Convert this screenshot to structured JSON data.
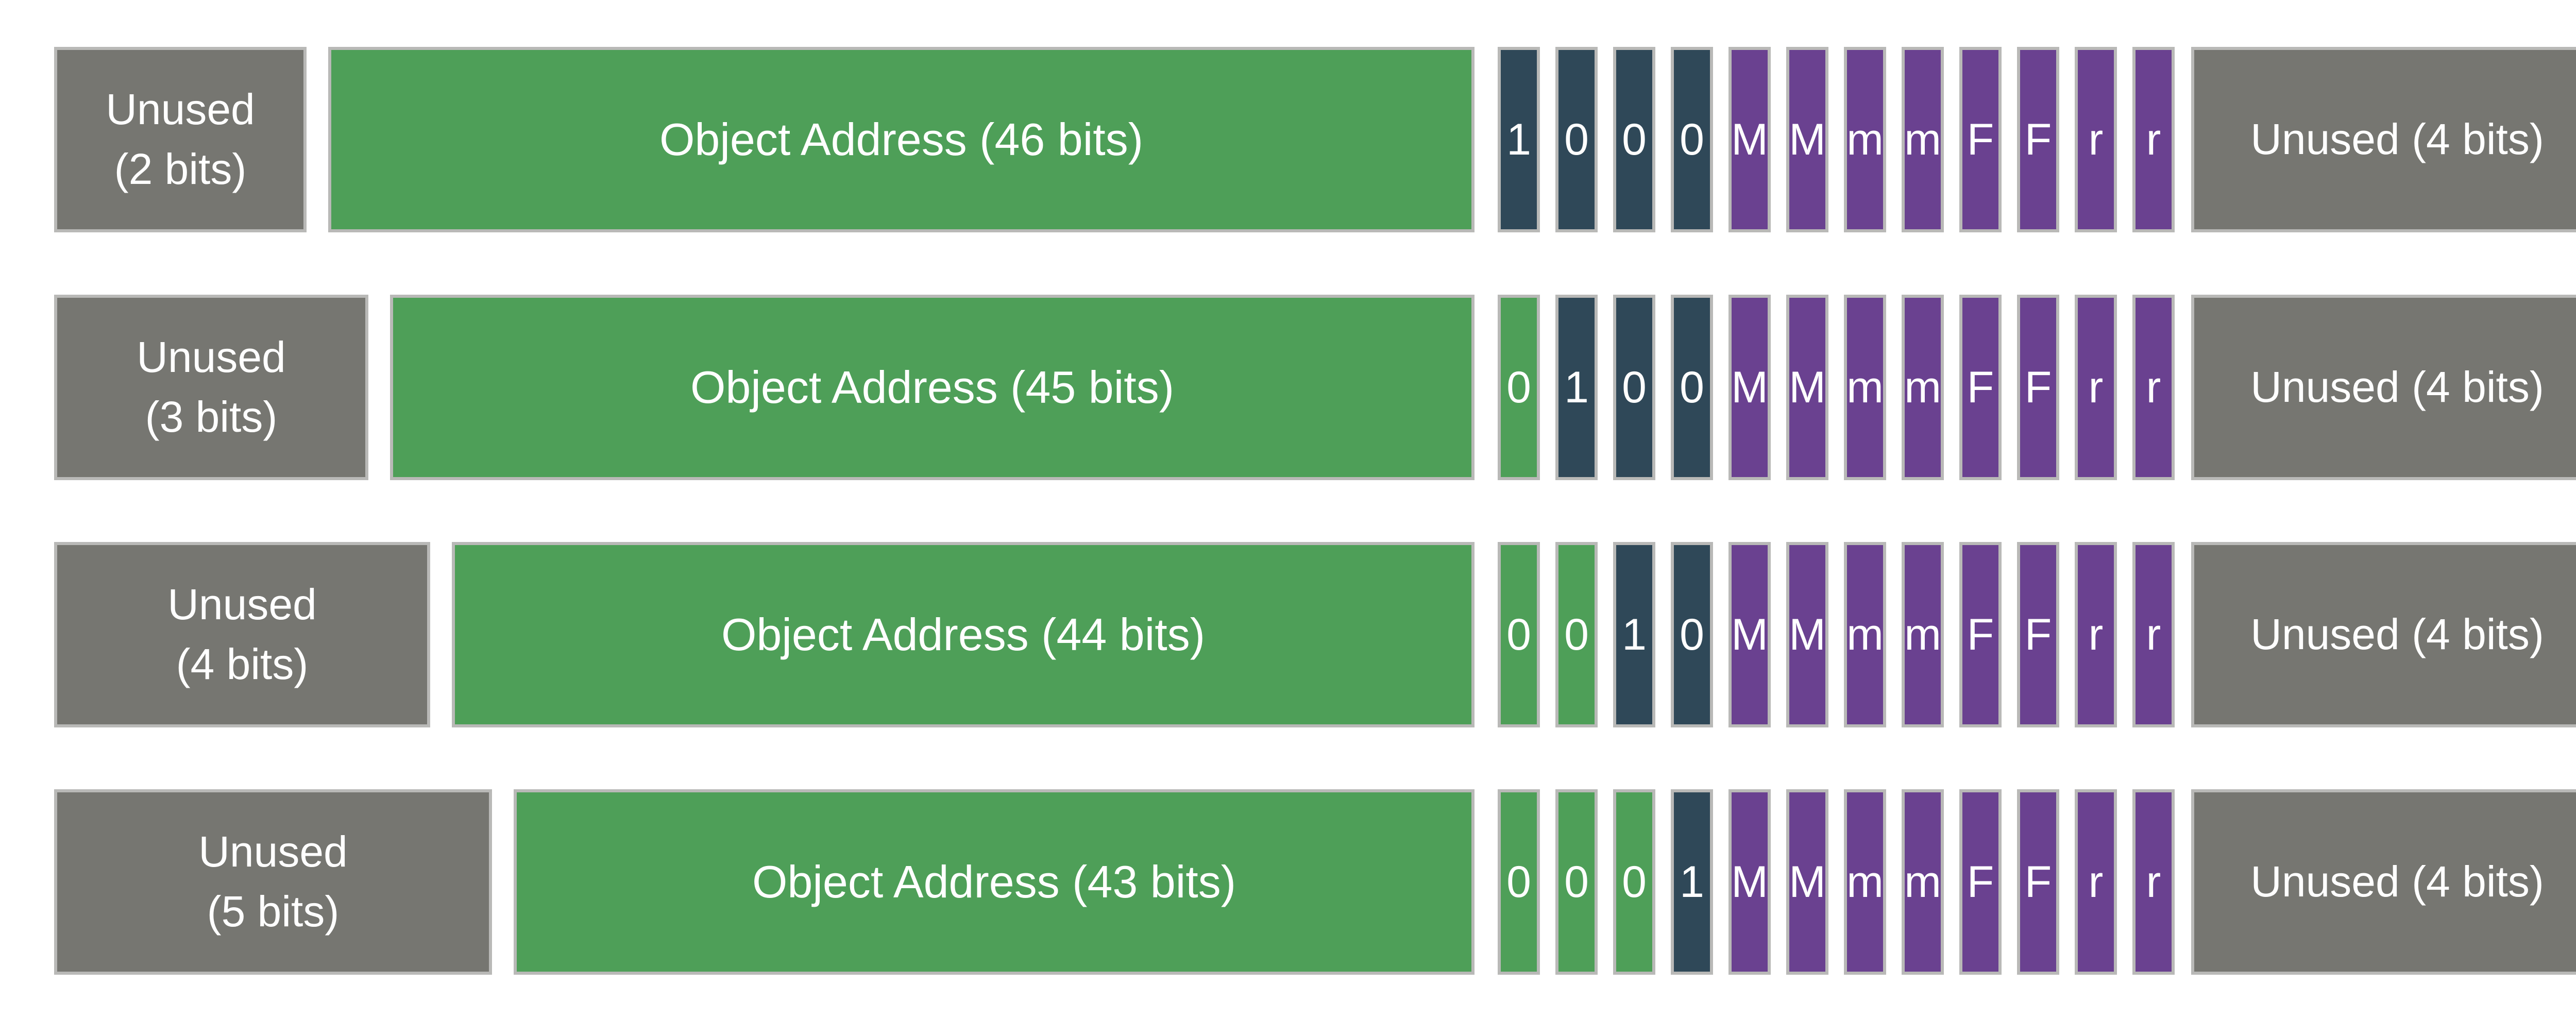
{
  "colors": {
    "unused": "#767671",
    "address": "#4e9f58",
    "color_bit_set": "#2f4858",
    "metadata": "#6a4190",
    "border": "#b9b9b7"
  },
  "rows": [
    {
      "unused_lead": {
        "line1": "Unused",
        "line2": "(2 bits)"
      },
      "address": "Object Address (46 bits)",
      "color_bits": [
        "1",
        "0",
        "0",
        "0"
      ],
      "meta_bits": [
        "M",
        "M",
        "m",
        "m",
        "F",
        "F",
        "r",
        "r"
      ],
      "unused_trail": "Unused (4 bits)"
    },
    {
      "unused_lead": {
        "line1": "Unused",
        "line2": "(3 bits)"
      },
      "address": "Object Address (45 bits)",
      "color_bits": [
        "0",
        "1",
        "0",
        "0"
      ],
      "meta_bits": [
        "M",
        "M",
        "m",
        "m",
        "F",
        "F",
        "r",
        "r"
      ],
      "unused_trail": "Unused (4 bits)"
    },
    {
      "unused_lead": {
        "line1": "Unused",
        "line2": "(4 bits)"
      },
      "address": "Object Address (44 bits)",
      "color_bits": [
        "0",
        "0",
        "1",
        "0"
      ],
      "meta_bits": [
        "M",
        "M",
        "m",
        "m",
        "F",
        "F",
        "r",
        "r"
      ],
      "unused_trail": "Unused (4 bits)"
    },
    {
      "unused_lead": {
        "line1": "Unused",
        "line2": "(5 bits)"
      },
      "address": "Object Address (43 bits)",
      "color_bits": [
        "0",
        "0",
        "0",
        "1"
      ],
      "meta_bits": [
        "M",
        "M",
        "m",
        "m",
        "F",
        "F",
        "r",
        "r"
      ],
      "unused_trail": "Unused (4 bits)"
    }
  ]
}
